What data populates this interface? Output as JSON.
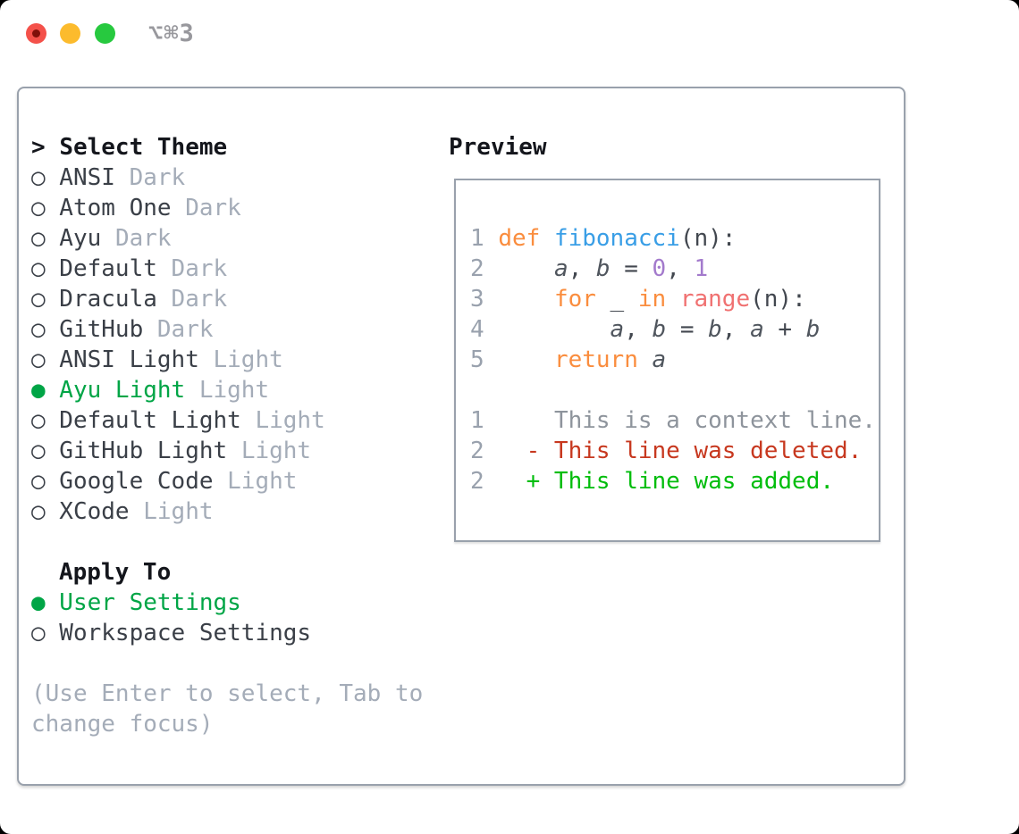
{
  "palette": {
    "ui_green": "#00a546",
    "dark_text": "#3a3f47",
    "title_text": "#14161c",
    "muted": "#a4acb8",
    "border": "#99a1ac",
    "line_number": "#99a1ad",
    "keyword": "#fa8d3e",
    "function": "#399ee6",
    "builtin": "#f07171",
    "number": "#a37acc",
    "variable": "#50565e",
    "punct": "#42474f",
    "context": "#8e949c",
    "deleted": "#c7381f",
    "added": "#00bd0c",
    "traffic_red": "#f4514a",
    "traffic_red_dot": "#7f100a",
    "traffic_yellow": "#fcbb2d",
    "traffic_green": "#27c93f",
    "window_title": "#98989d"
  },
  "window": {
    "title": "⌥⌘3"
  },
  "theme_picker": {
    "prompt": ">",
    "title": "Select Theme",
    "bullet_selected": "●",
    "bullet_unselected": "○",
    "items": [
      {
        "name": "ANSI",
        "variant": "Dark",
        "selected": false
      },
      {
        "name": "Atom One",
        "variant": "Dark",
        "selected": false
      },
      {
        "name": "Ayu",
        "variant": "Dark",
        "selected": false
      },
      {
        "name": "Default",
        "variant": "Dark",
        "selected": false
      },
      {
        "name": "Dracula",
        "variant": "Dark",
        "selected": false
      },
      {
        "name": "GitHub",
        "variant": "Dark",
        "selected": false
      },
      {
        "name": "ANSI Light",
        "variant": "Light",
        "selected": false
      },
      {
        "name": "Ayu Light",
        "variant": "Light",
        "selected": true
      },
      {
        "name": "Default Light",
        "variant": "Light",
        "selected": false
      },
      {
        "name": "GitHub Light",
        "variant": "Light",
        "selected": false
      },
      {
        "name": "Google Code",
        "variant": "Light",
        "selected": false
      },
      {
        "name": "XCode",
        "variant": "Light",
        "selected": false
      }
    ]
  },
  "apply_to": {
    "title": "Apply To",
    "options": [
      {
        "label": "User Settings",
        "selected": true
      },
      {
        "label": "Workspace Settings",
        "selected": false
      }
    ]
  },
  "hint_lines": [
    "(Use Enter to select, Tab to",
    "change focus)"
  ],
  "preview": {
    "title": "Preview",
    "lines": [
      {
        "tokens": [
          [
            "1 ",
            "ln"
          ],
          [
            "def",
            "kw"
          ],
          [
            " ",
            "pu"
          ],
          [
            "fibonacci",
            "fn"
          ],
          [
            "(n):",
            "pu"
          ]
        ]
      },
      {
        "tokens": [
          [
            "2 ",
            "ln"
          ],
          [
            "    ",
            "pu"
          ],
          [
            "a",
            "va"
          ],
          [
            ", ",
            "pu"
          ],
          [
            "b",
            "va"
          ],
          [
            " = ",
            "pu"
          ],
          [
            "0",
            "nu"
          ],
          [
            ", ",
            "pu"
          ],
          [
            "1",
            "nu"
          ]
        ]
      },
      {
        "tokens": [
          [
            "3 ",
            "ln"
          ],
          [
            "    ",
            "pu"
          ],
          [
            "for",
            "kw"
          ],
          [
            " _ ",
            "pu"
          ],
          [
            "in",
            "kw"
          ],
          [
            " ",
            "pu"
          ],
          [
            "range",
            "bi"
          ],
          [
            "(n):",
            "pu"
          ]
        ]
      },
      {
        "tokens": [
          [
            "4 ",
            "ln"
          ],
          [
            "        ",
            "pu"
          ],
          [
            "a",
            "va"
          ],
          [
            ", ",
            "pu"
          ],
          [
            "b",
            "va"
          ],
          [
            " = ",
            "pu"
          ],
          [
            "b",
            "va"
          ],
          [
            ", ",
            "pu"
          ],
          [
            "a",
            "va"
          ],
          [
            " + ",
            "pu"
          ],
          [
            "b",
            "va"
          ]
        ]
      },
      {
        "tokens": [
          [
            "5 ",
            "ln"
          ],
          [
            "    ",
            "pu"
          ],
          [
            "return",
            "kw"
          ],
          [
            " ",
            "pu"
          ],
          [
            "a",
            "va"
          ]
        ]
      },
      {
        "tokens": []
      },
      {
        "tokens": [
          [
            "1",
            "ln"
          ],
          [
            "     ",
            "pu"
          ],
          [
            "This is a context line.",
            "ctx"
          ]
        ]
      },
      {
        "tokens": [
          [
            "2",
            "ln"
          ],
          [
            "   ",
            "pu"
          ],
          [
            "- This line was deleted.",
            "del"
          ]
        ]
      },
      {
        "tokens": [
          [
            "2",
            "ln"
          ],
          [
            "   ",
            "pu"
          ],
          [
            "+ This line was added.",
            "add"
          ]
        ]
      }
    ]
  }
}
